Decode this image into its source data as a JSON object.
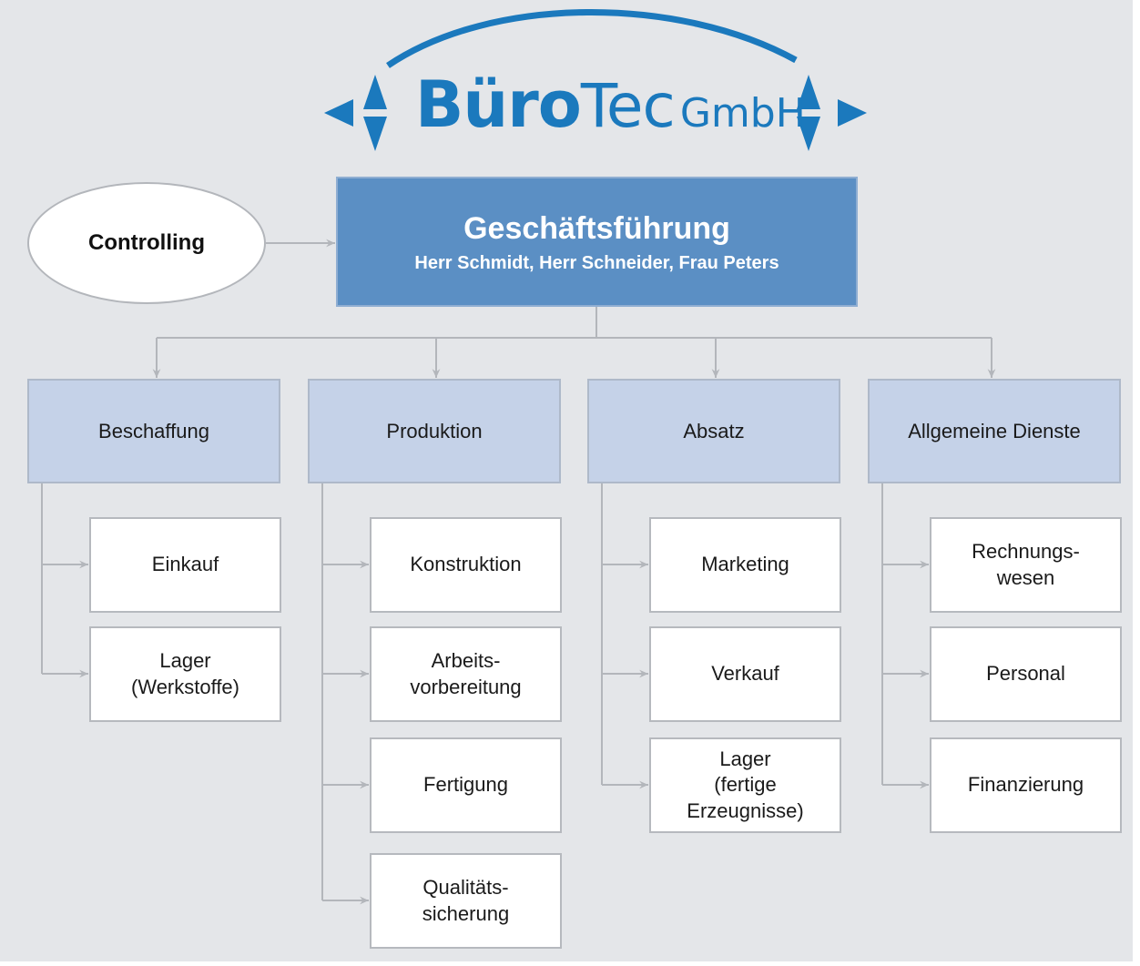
{
  "logo": {
    "name_bold": "Büro",
    "name_regular": "Tec",
    "suffix": "GmbH",
    "color": "#1b79bd",
    "icon": "double-arrow-icon"
  },
  "controlling": {
    "label": "Controlling"
  },
  "management": {
    "title": "Geschäftsführung",
    "members": "Herr Schmidt, Herr Schneider, Frau Peters",
    "color": "#5b8fc4"
  },
  "departments": [
    {
      "label": "Beschaffung",
      "units": [
        "Einkauf",
        "Lager\n(Werkstoffe)"
      ]
    },
    {
      "label": "Produktion",
      "units": [
        "Konstruktion",
        "Arbeits-\nvorbereitung",
        "Fertigung",
        "Qualitäts-\nsicherung"
      ]
    },
    {
      "label": "Absatz",
      "units": [
        "Marketing",
        "Verkauf",
        "Lager\n(fertige\nErzeugnisse)"
      ]
    },
    {
      "label": "Allgemeine Dienste",
      "units": [
        "Rechnungs-\nwesen",
        "Personal",
        "Finanzierung"
      ]
    }
  ],
  "colors": {
    "background": "#e4e6e9",
    "department_fill": "#c5d2e8",
    "connector": "#b3b6bb"
  }
}
